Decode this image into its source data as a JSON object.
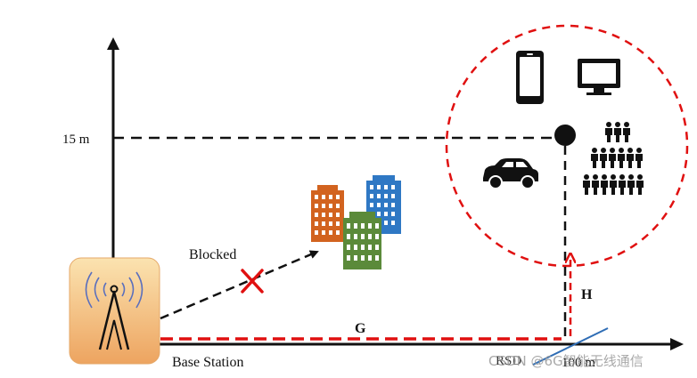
{
  "labels": {
    "height_tick": "15 m",
    "blocked": "Blocked",
    "base_station": "Base Station",
    "ground_distance": "G",
    "height_distance": "H",
    "rsd": "RSD",
    "distance_tick": "100 m"
  },
  "watermark": "CSDN @6G智能无线通信",
  "colors": {
    "red_dash": "#e01010",
    "black_dash": "#111111",
    "blue_line": "#2f6db5",
    "building_orange": "#d2631f",
    "building_green": "#5b8a3a",
    "building_blue": "#2f78c4",
    "tower_bg": "#f2b46a"
  },
  "icons": [
    "radio-tower-icon",
    "smartphone-icon",
    "monitor-icon",
    "car-icon",
    "crowd-icon",
    "buildings-icon",
    "blocked-x-icon",
    "uav-node-icon"
  ]
}
